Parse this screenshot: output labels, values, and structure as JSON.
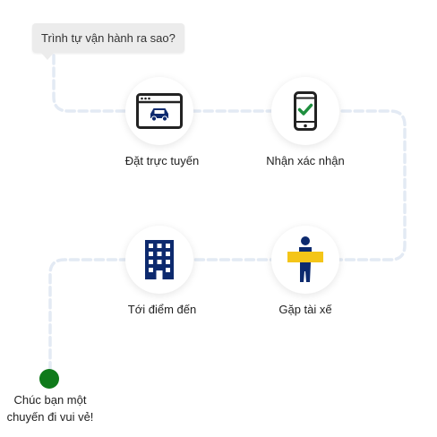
{
  "question_bubble": {
    "text": "Trình tự vận hành ra sao?"
  },
  "steps": [
    {
      "label": "Đặt trực tuyến",
      "icon": "browser-car-icon"
    },
    {
      "label": "Nhận xác nhận",
      "icon": "phone-check-icon"
    },
    {
      "label": "Gặp tài xế",
      "icon": "driver-sign-icon"
    },
    {
      "label": "Tới điểm đến",
      "icon": "building-icon"
    }
  ],
  "finish": {
    "line1": "Chúc bạn một",
    "line2": "chuyến đi vui vẻ!",
    "icon": "finish-dot"
  },
  "colors": {
    "navy": "#0d2a6e",
    "yellow": "#f4c518",
    "check_green": "#1e8e3e",
    "finish_green": "#0f7a1a",
    "path": "#e3eaf4",
    "bubble_bg": "#ececec"
  }
}
